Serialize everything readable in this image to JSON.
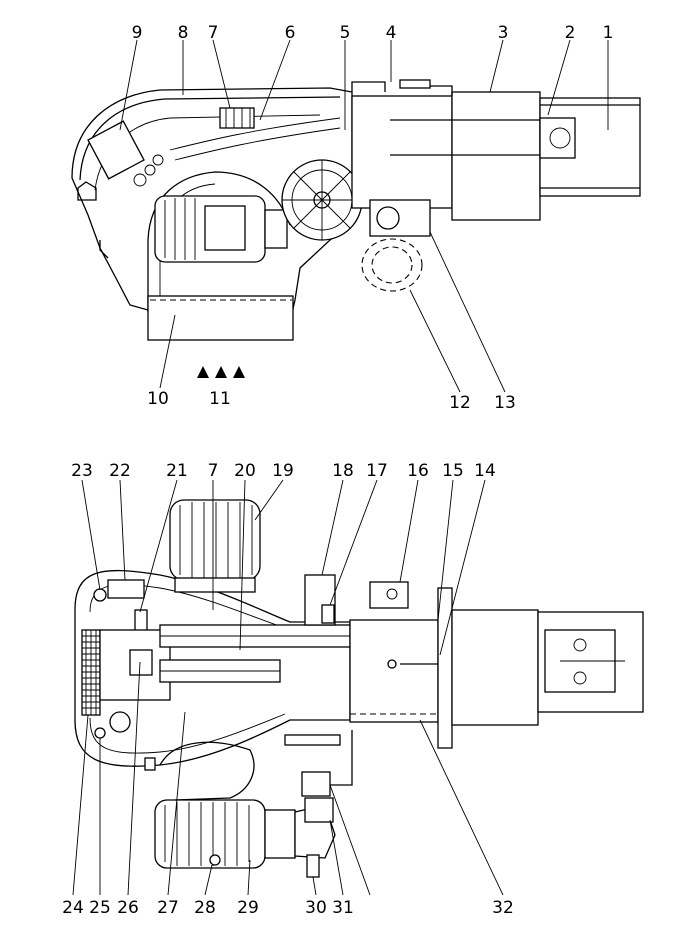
{
  "top_view": {
    "callouts": [
      "1",
      "2",
      "3",
      "4",
      "5",
      "6",
      "7",
      "8",
      "9",
      "10",
      "11",
      "12",
      "13"
    ]
  },
  "bottom_view": {
    "callouts": [
      "14",
      "15",
      "16",
      "17",
      "18",
      "19",
      "20",
      "21",
      "22",
      "23",
      "7",
      "24",
      "25",
      "26",
      "27",
      "28",
      "29",
      "30",
      "31",
      "32"
    ]
  }
}
